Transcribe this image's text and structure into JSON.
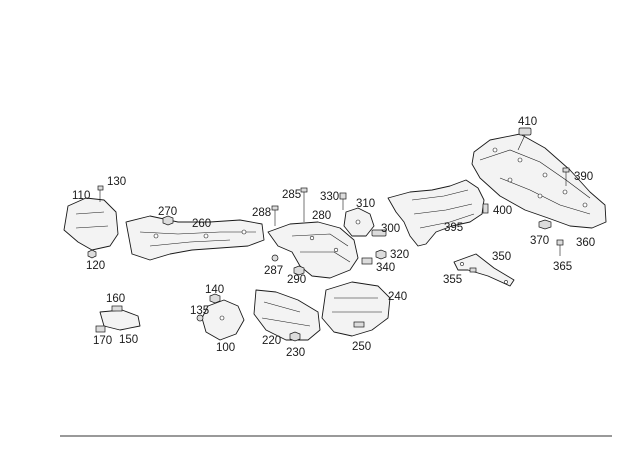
{
  "diagram": {
    "labels": {
      "l410": "410",
      "l390": "390",
      "l400": "400",
      "l395": "395",
      "l370": "370",
      "l360": "360",
      "l365": "365",
      "l350": "350",
      "l355": "355",
      "l310": "310",
      "l300": "300",
      "l320": "320",
      "l340": "340",
      "l330": "330",
      "l285": "285",
      "l280": "280",
      "l288": "288",
      "l287": "287",
      "l290": "290",
      "l270": "270",
      "l260": "260",
      "l130": "130",
      "l110": "110",
      "l120": "120",
      "l240": "240",
      "l250": "250",
      "l220": "220",
      "l230": "230",
      "l140": "140",
      "l135": "135",
      "l100": "100",
      "l160": "160",
      "l170": "170",
      "l150": "150"
    }
  }
}
